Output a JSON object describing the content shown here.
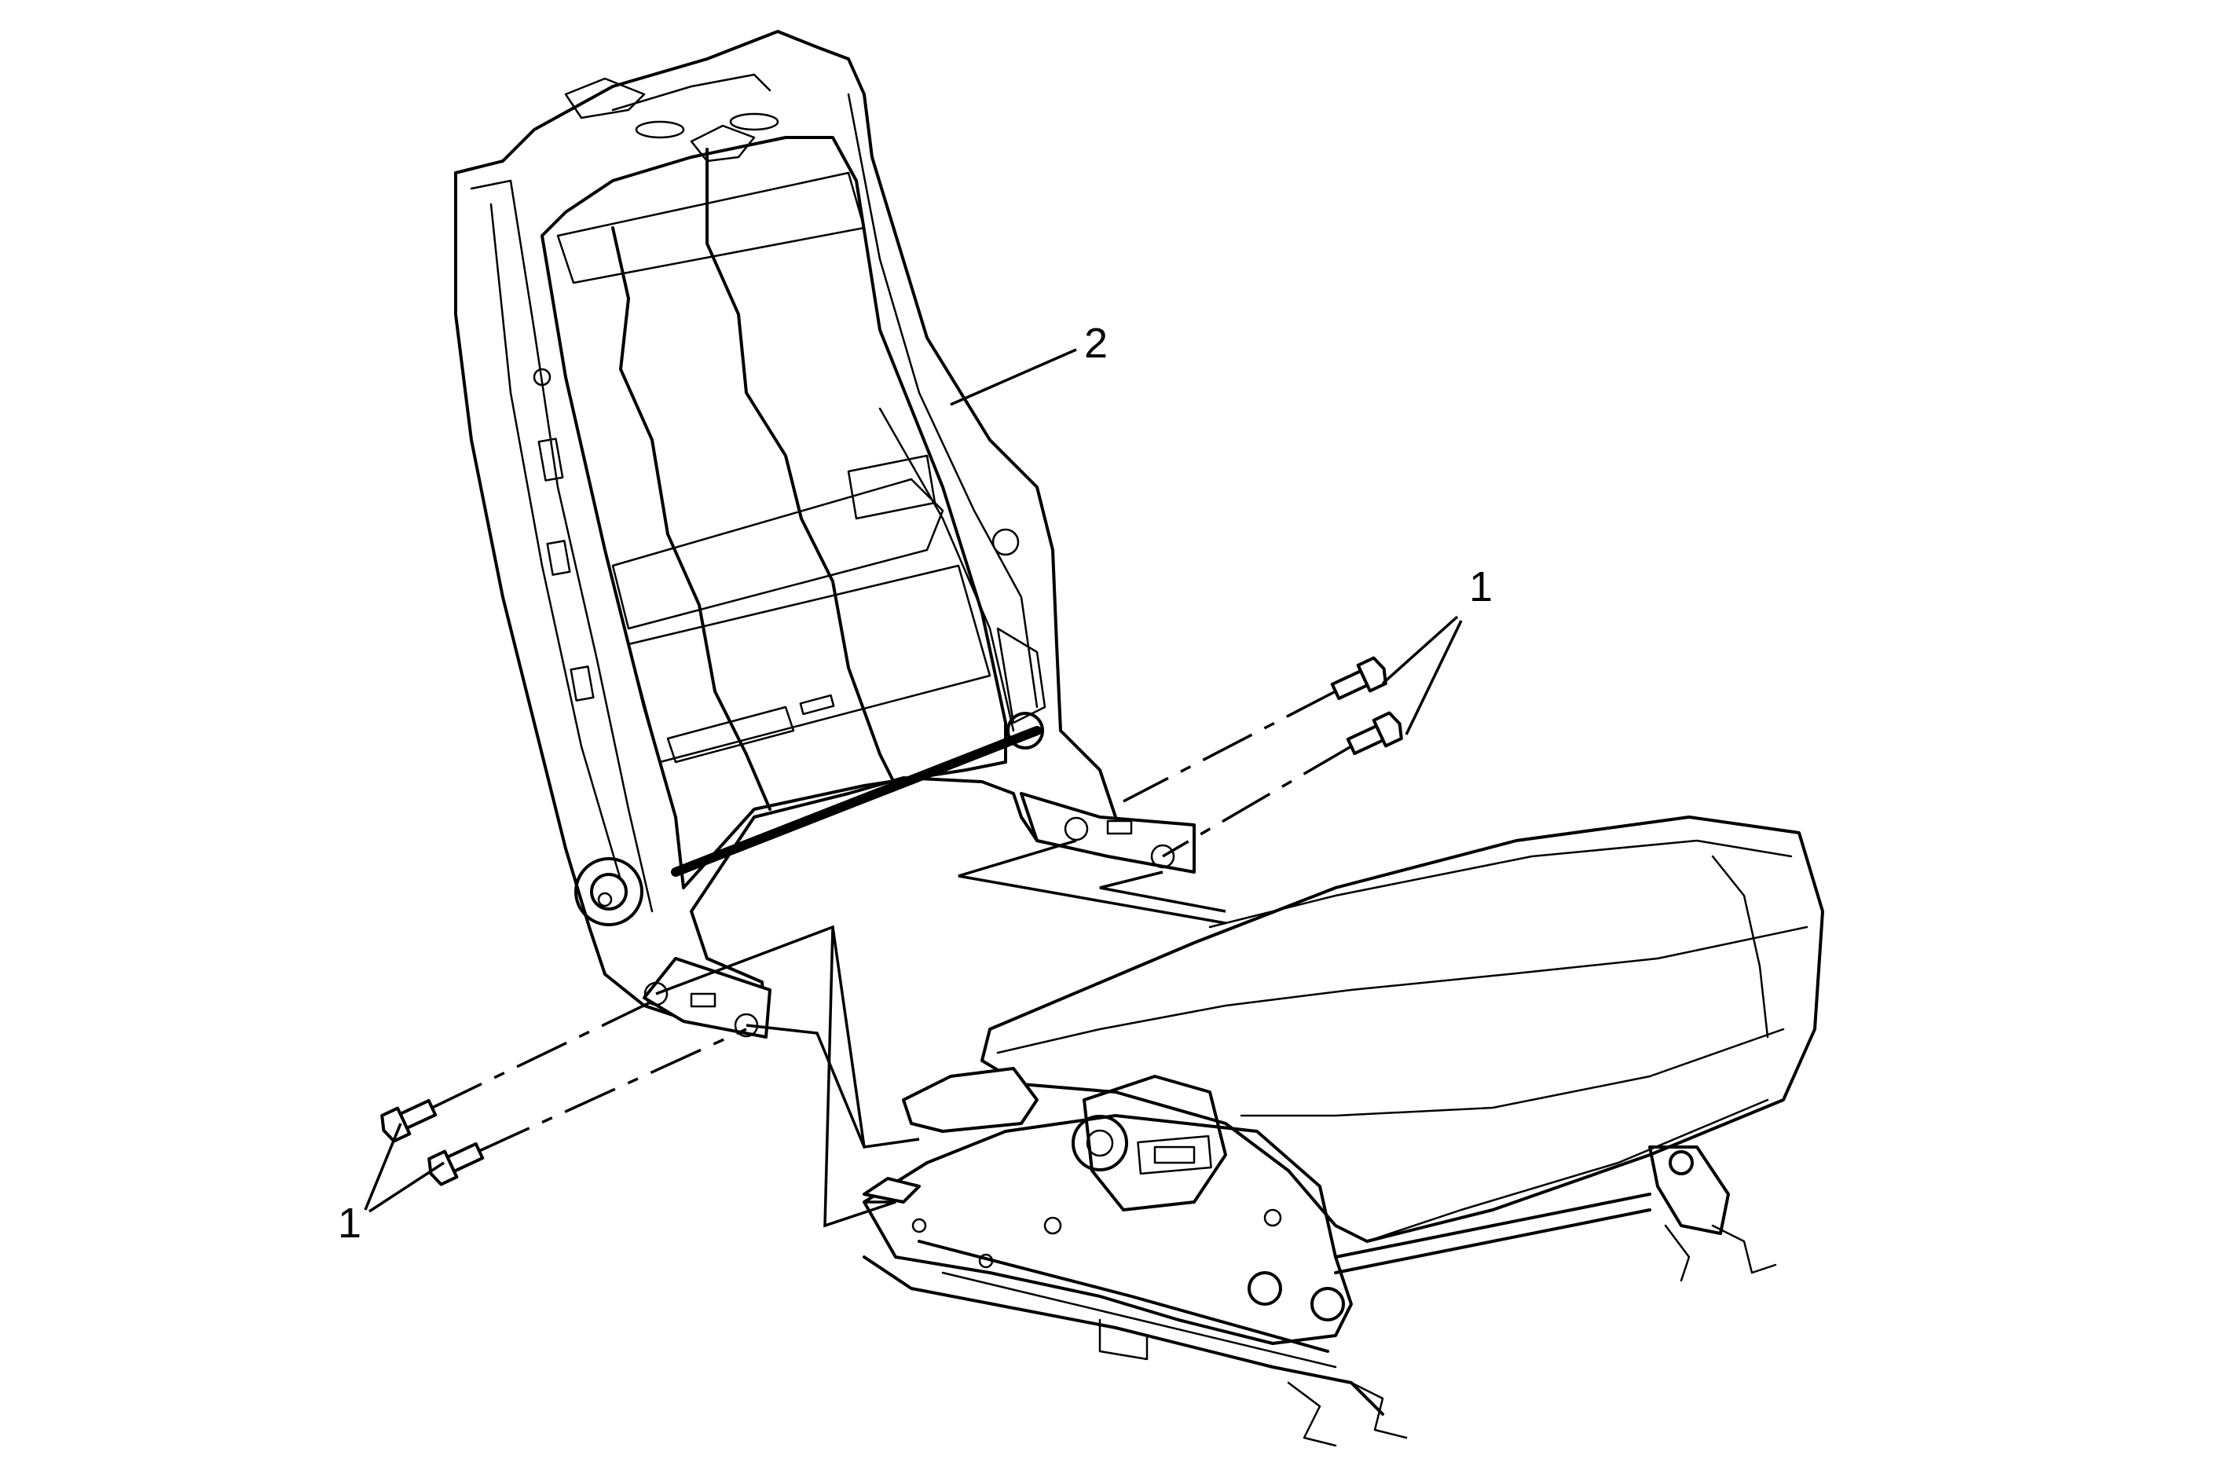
{
  "callouts": [
    {
      "id": "1",
      "label": "1",
      "part": "bolt"
    },
    {
      "id": "2",
      "label": "2",
      "part": "seat-back-frame"
    }
  ]
}
